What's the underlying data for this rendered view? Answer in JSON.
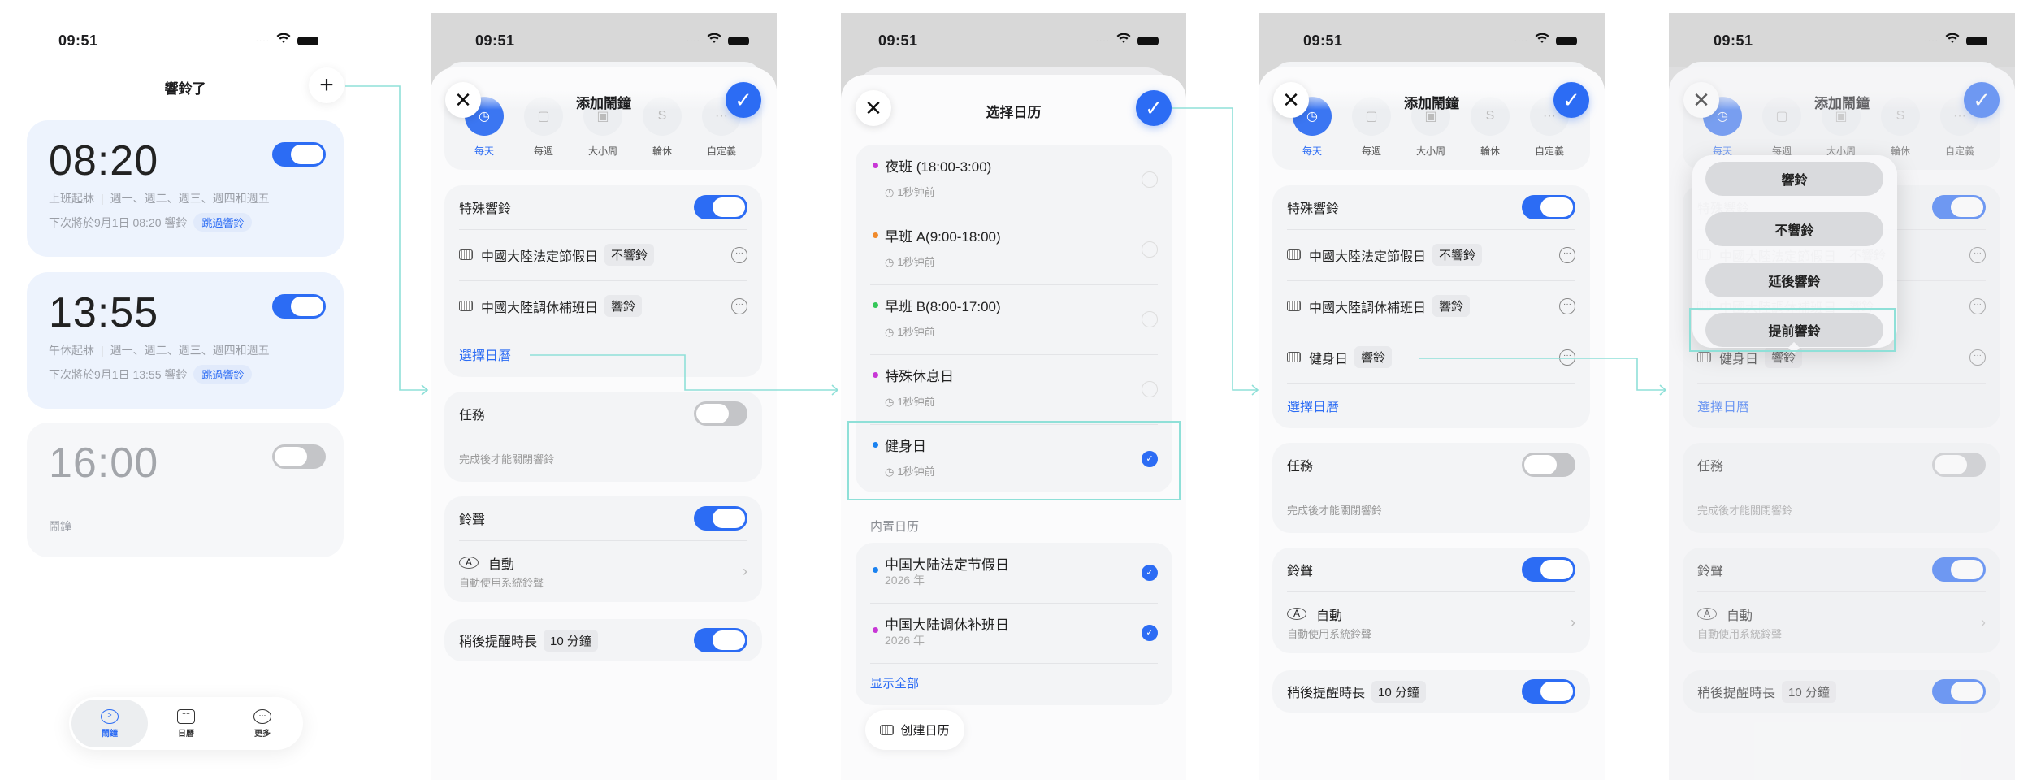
{
  "status_time": "09:51",
  "colors": {
    "accent": "#2c6cf4",
    "connector": "#8fe0d8"
  },
  "alarm_list": {
    "title": "響鈴了",
    "add_icon": "plus-icon",
    "alarms": [
      {
        "time": "08:20",
        "label": "上班起牀",
        "days": "週一、週二、週三、週四和週五",
        "next": "下次將於9月1日 08:20 響鈴",
        "skip": "跳過響鈴",
        "enabled": true
      },
      {
        "time": "13:55",
        "label": "午休起牀",
        "days": "週一、週二、週三、週四和週五",
        "next": "下次將於9月1日 13:55 響鈴",
        "skip": "跳過響鈴",
        "enabled": true
      },
      {
        "time": "16:00",
        "label": "鬧鐘",
        "enabled": false
      }
    ],
    "tabs": [
      {
        "label": "鬧鐘",
        "icon": "alarm-clock-icon",
        "active": true
      },
      {
        "label": "日曆",
        "icon": "calendar-icon"
      },
      {
        "label": "更多",
        "icon": "more-icon"
      }
    ]
  },
  "add_alarm_1": {
    "title": "添加鬧鐘",
    "freq": [
      "每天",
      "每週",
      "大小周",
      "輪休",
      "自定義"
    ],
    "special_label": "特殊響鈴",
    "rows": [
      {
        "name": "中國大陸法定節假日",
        "tag": "不響鈴"
      },
      {
        "name": "中國大陸調休補班日",
        "tag": "響鈴"
      }
    ],
    "select_label": "選擇日曆",
    "task_label": "任務",
    "task_desc": "完成後才能關閉響鈴",
    "ring_label": "鈴聲",
    "ring_value": "自動",
    "ring_desc": "自動使用系統鈴聲",
    "snooze_label": "稍後提醒時長",
    "snooze_value": "10 分鐘"
  },
  "select_calendar": {
    "title": "选择日历",
    "items": [
      {
        "name": "夜班 (18:00-3:00)",
        "sub": "1秒钟前",
        "color": "#c837d6",
        "checked": false
      },
      {
        "name": "早班 A(9:00-18:00)",
        "sub": "1秒钟前",
        "color": "#f08a2c",
        "checked": false
      },
      {
        "name": "早班 B(8:00-17:00)",
        "sub": "1秒钟前",
        "color": "#34c759",
        "checked": false
      },
      {
        "name": "特殊休息日",
        "sub": "1秒钟前",
        "color": "#c837d6",
        "checked": false
      },
      {
        "name": "健身日",
        "sub": "1秒钟前",
        "color": "#1a82f0",
        "checked": true
      }
    ],
    "builtin_header": "内置日历",
    "builtin": [
      {
        "name": "中国大陆法定节假日",
        "sub": "2026 年",
        "color": "#1a82f0",
        "checked": true
      },
      {
        "name": "中国大陆调休补班日",
        "sub": "2026 年",
        "color": "#c837d6",
        "checked": true
      }
    ],
    "show_all": "显示全部",
    "create": "创建日历"
  },
  "add_alarm_2": {
    "title": "添加鬧鐘",
    "freq": [
      "每天",
      "每週",
      "大小周",
      "輪休",
      "自定義"
    ],
    "special_label": "特殊響鈴",
    "rows": [
      {
        "name": "中國大陸法定節假日",
        "tag": "不響鈴"
      },
      {
        "name": "中國大陸調休補班日",
        "tag": "響鈴"
      },
      {
        "name": "健身日",
        "tag": "響鈴"
      }
    ],
    "select_label": "選擇日曆",
    "task_label": "任務",
    "task_desc": "完成後才能關閉響鈴",
    "ring_label": "鈴聲",
    "ring_value": "自動",
    "ring_desc": "自動使用系統鈴聲",
    "snooze_label": "稍後提醒時長",
    "snooze_value": "10 分鐘"
  },
  "add_alarm_3": {
    "title": "添加鬧鐘",
    "freq": [
      "每天",
      "每週",
      "大小周",
      "輪休",
      "自定義"
    ],
    "special_label": "特殊響鈴",
    "rows": [
      {
        "name": "中國大陸法定節假日",
        "tag": "不響鈴"
      },
      {
        "name": "中國大陸調休補班日",
        "tag": "響鈴"
      },
      {
        "name": "健身日",
        "tag": "響鈴"
      }
    ],
    "select_label": "選擇日曆",
    "task_label": "任務",
    "task_desc": "完成後才能關閉響鈴",
    "ring_label": "鈴聲",
    "ring_value": "自動",
    "ring_desc": "自動使用系統鈴聲",
    "snooze_label": "稍後提醒時長",
    "snooze_value": "10 分鐘",
    "popup_options": [
      "響鈴",
      "不響鈴",
      "延後響鈴",
      "提前響鈴"
    ]
  }
}
